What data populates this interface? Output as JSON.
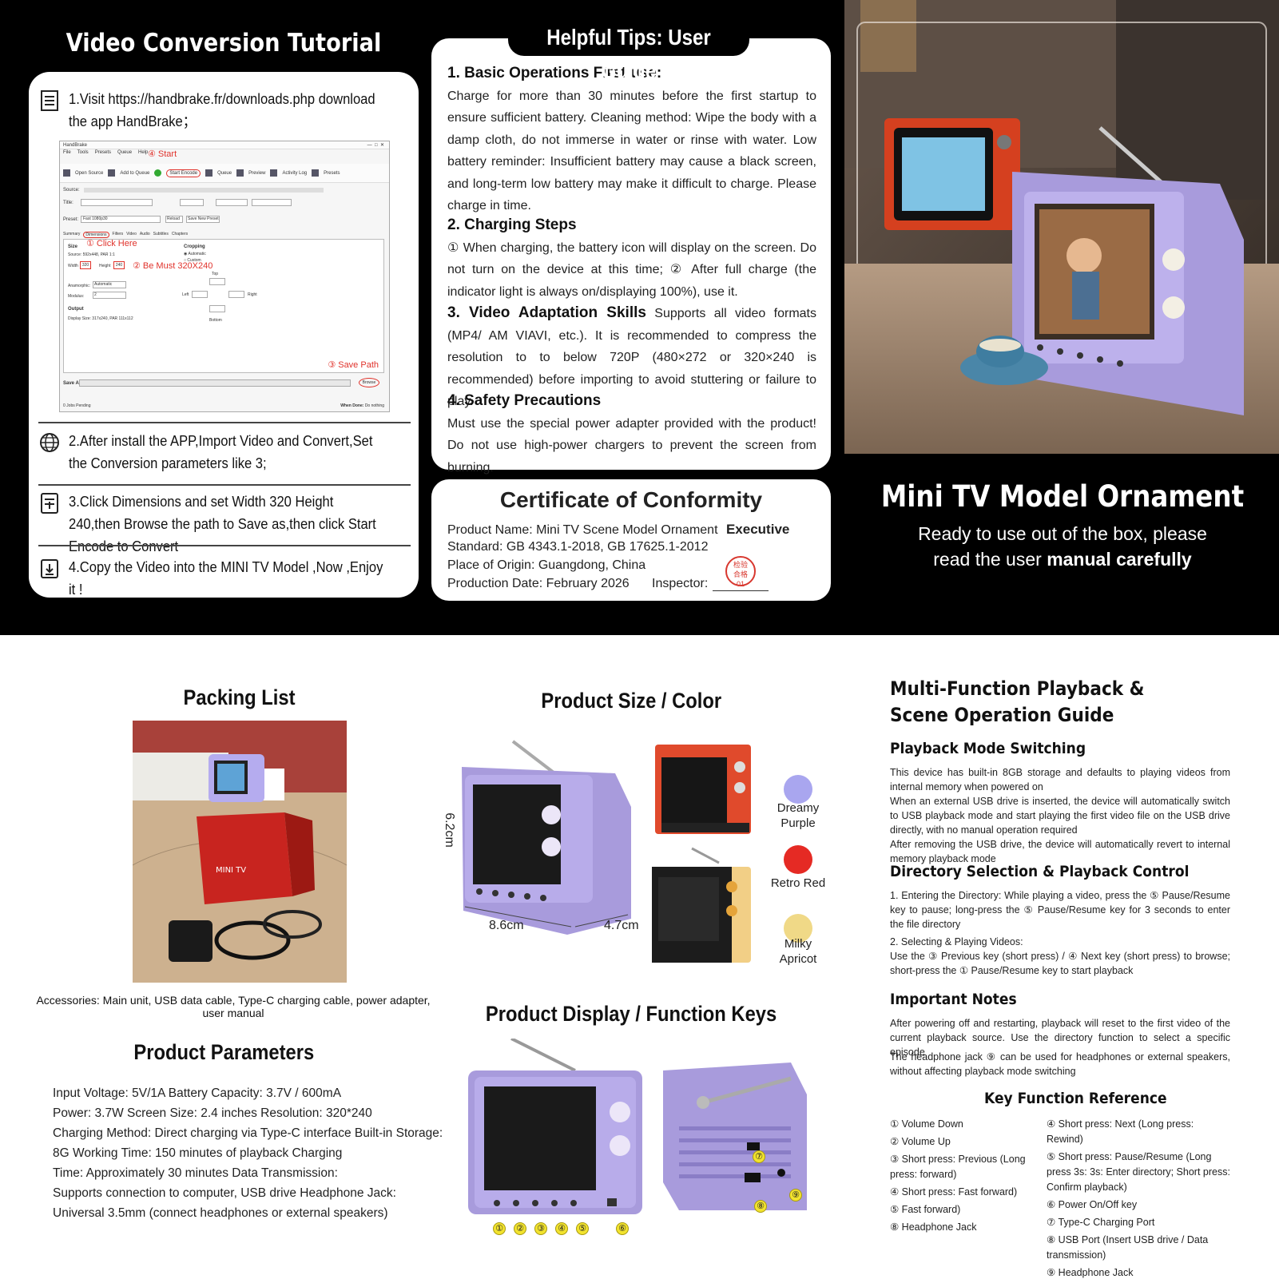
{
  "tutorial": {
    "title": "Video Conversion Tutorial",
    "step1": "1.Visit https://handbrake.fr/downloads.php download the app HandBrake；",
    "step2": "2.After install the APP,Import Video and Convert,Set the Conversion parameters like 3;",
    "step3": "3.Click Dimensions and set Width 320 Height 240,then Browse the path to Save as,then click Start Encode to Convert",
    "step4": "4.Copy the Video into the MINI TV Model ,Now ,Enjoy it !",
    "handbrake": {
      "app_name": "HandBrake",
      "menu": [
        "File",
        "Tools",
        "Presets",
        "Queue",
        "Help"
      ],
      "toolbar": [
        "Open Source",
        "Add to Queue",
        "Start Encode",
        "Queue",
        "Preview",
        "Activity Log",
        "Presets"
      ],
      "anno_start": "④ Start",
      "anno_click": "① Click Here",
      "anno_must": "② Be Must  320X240",
      "anno_save": "③ Save Path",
      "source_label": "Source:",
      "title_label": "Title:",
      "preset_label": "Preset:",
      "preset_value": "Fast 1080p30",
      "reload": "Reload",
      "save_new_preset": "Save New Preset",
      "tabs": [
        "Summary",
        "Dimensions",
        "Filters",
        "Video",
        "Audio",
        "Subtitles",
        "Chapters"
      ],
      "size": "Size",
      "source_line": "Source: 592x448, PAR 1:1",
      "width_label": "Width",
      "width_value": "320",
      "height_label": "Height",
      "height_value": "240",
      "anamorphic": "Anamorphic:",
      "anamorphic_value": "Automatic",
      "modulus": "Modulus:",
      "modulus_value": "2",
      "output": "Output",
      "display_size": "Display Size: 317x240,  PAR 111x112",
      "cropping": "Cropping",
      "automatic": "Automatic",
      "custom": "Custom",
      "top": "Top",
      "left": "Left",
      "right": "Right",
      "bottom": "Bottom",
      "save_as": "Save As:",
      "browse": "Browse",
      "jobs": "0 Jobs Pending",
      "when_done": "When Done:",
      "when_done_value": "Do nothing"
    }
  },
  "tips": {
    "title": "Helpful Tips: User Guide",
    "s1_head": "1. Basic Operations First use:",
    "s1_body": "Charge for more than 30 minutes before the first startup to ensure sufficient battery. Cleaning method: Wipe the body with a damp cloth, do not immerse in water or rinse with water. Low battery reminder: Insufficient battery may cause a black screen, and long-term low battery may make it difficult to charge. Please charge in time.",
    "s2_head": "2. Charging Steps",
    "s2_body": "① When charging, the battery icon will display on the screen. Do not turn on the device at this time; ② After full charge (the indicator light is always on/displaying 100%), use it.",
    "s3_head": "3. Video Adaptation Skills",
    "s3_body": " Supports all video formats (MP4/ AM VIAVI, etc.). It is recommended to compress the resolution to to below 720P (480×272 or 320×240 is recommended) before importing to avoid stuttering or failure to play.",
    "s4_head": "4. Safety Precautions",
    "s4_body": "Must use the special power adapter provided with the product! Do not use high-power chargers to prevent the screen from burning."
  },
  "certificate": {
    "title": "Certificate of Conformity",
    "product_name": "Product Name: Mini TV Scene Model Ornament",
    "executive": "Executive",
    "standard": "Standard: GB 4343.1-2018, GB 17625.1-2012",
    "origin": "Place of Origin: Guangdong, China",
    "date": "Production Date: February 2026",
    "inspector": "Inspector:",
    "stamp_l1": "检验",
    "stamp_l2": "合格",
    "stamp_l3": "01"
  },
  "hero": {
    "title": "Mini TV Model Ornament",
    "sub1": "Ready to use out of the box, please",
    "sub2a": "read the user ",
    "sub2b": "manual carefully"
  },
  "packing": {
    "title": "Packing List",
    "box_text": "MINI TV",
    "accessories": "Accessories: Main unit, USB data cable, Type-C charging cable, power adapter, user manual"
  },
  "params": {
    "title": "Product Parameters",
    "lines": [
      "Input Voltage: 5V/1A Battery Capacity: 3.7V / 600mA",
      "Power: 3.7W      Screen Size: 2.4 inches Resolution: 320*240",
      "Charging Method: Direct charging via Type-C interface Built-in Storage:",
      "8G Working Time: 150 minutes of playback Charging",
      "Time: Approximately 30 minutes Data Transmission:",
      "Supports connection to computer, USB drive Headphone Jack:",
      "Universal 3.5mm (connect headphones or external speakers)"
    ]
  },
  "size": {
    "title": "Product Size / Color",
    "height": "6.2cm",
    "width": "8.6cm",
    "depth": "4.7cm",
    "colors": [
      {
        "name1": "Dreamy",
        "name2": "Purple",
        "hex": "#a9a6ef"
      },
      {
        "name1": "Retro Red",
        "name2": "",
        "hex": "#e52a24"
      },
      {
        "name1": "Milky",
        "name2": "Apricot",
        "hex": "#f0d987"
      }
    ]
  },
  "display": {
    "title": "Product Display / Function Keys",
    "keys": [
      "①",
      "②",
      "③",
      "④",
      "⑤",
      "⑥",
      "⑦",
      "⑧",
      "⑨"
    ]
  },
  "guide": {
    "title1": "Multi-Function Playback &",
    "title2": "Scene Operation Guide",
    "pm_head": "Playback Mode Switching",
    "pm_p1": "This device has built-in 8GB storage and defaults to playing videos from internal memory when powered on",
    "pm_p2": "When an external USB drive is inserted, the device will automatically switch to USB playback mode and start playing the first video file on the USB drive directly, with no manual operation required",
    "pm_p3": "After removing the USB drive, the device will automatically revert to internal memory playback mode",
    "ds_head": "Directory Selection & Playback Control",
    "ds_p1": "1. Entering the Directory: While playing a video, press the ⑤ Pause/Resume key to pause; long-press the ⑤ Pause/Resume key for 3 seconds to enter the file directory",
    "ds_p2a": "2. Selecting & Playing Videos:",
    "ds_p2b": "Use the ③ Previous key (short press) / ④ Next key (short press) to browse; short-press the ① Pause/Resume key to start playback",
    "in_head": "Important Notes",
    "in_p1": "After powering off and restarting, playback will reset to the first video of the current playback source. Use the directory function to select a specific episode",
    "in_p2": "The headphone jack ⑨ can be used for headphones or external speakers, without affecting playback mode switching",
    "kf_head": "Key Function Reference",
    "kf_left": [
      "① Volume Down",
      "② Volume Up",
      "③ Short press: Previous (Long press: forward)",
      "④ Short press: Fast forward)",
      "⑤ Fast forward)",
      "⑧ Headphone Jack"
    ],
    "kf_right": [
      "④ Short press: Next (Long press: Rewind)",
      "⑤ Short press: Pause/Resume (Long press 3s: 3s: Enter directory; Short press: Confirm playback)",
      "⑥ Power On/Off key",
      "⑦ Type-C Charging Port",
      "⑧ USB Port (Insert USB drive / Data transmission)",
      "⑨ Headphone Jack"
    ]
  }
}
